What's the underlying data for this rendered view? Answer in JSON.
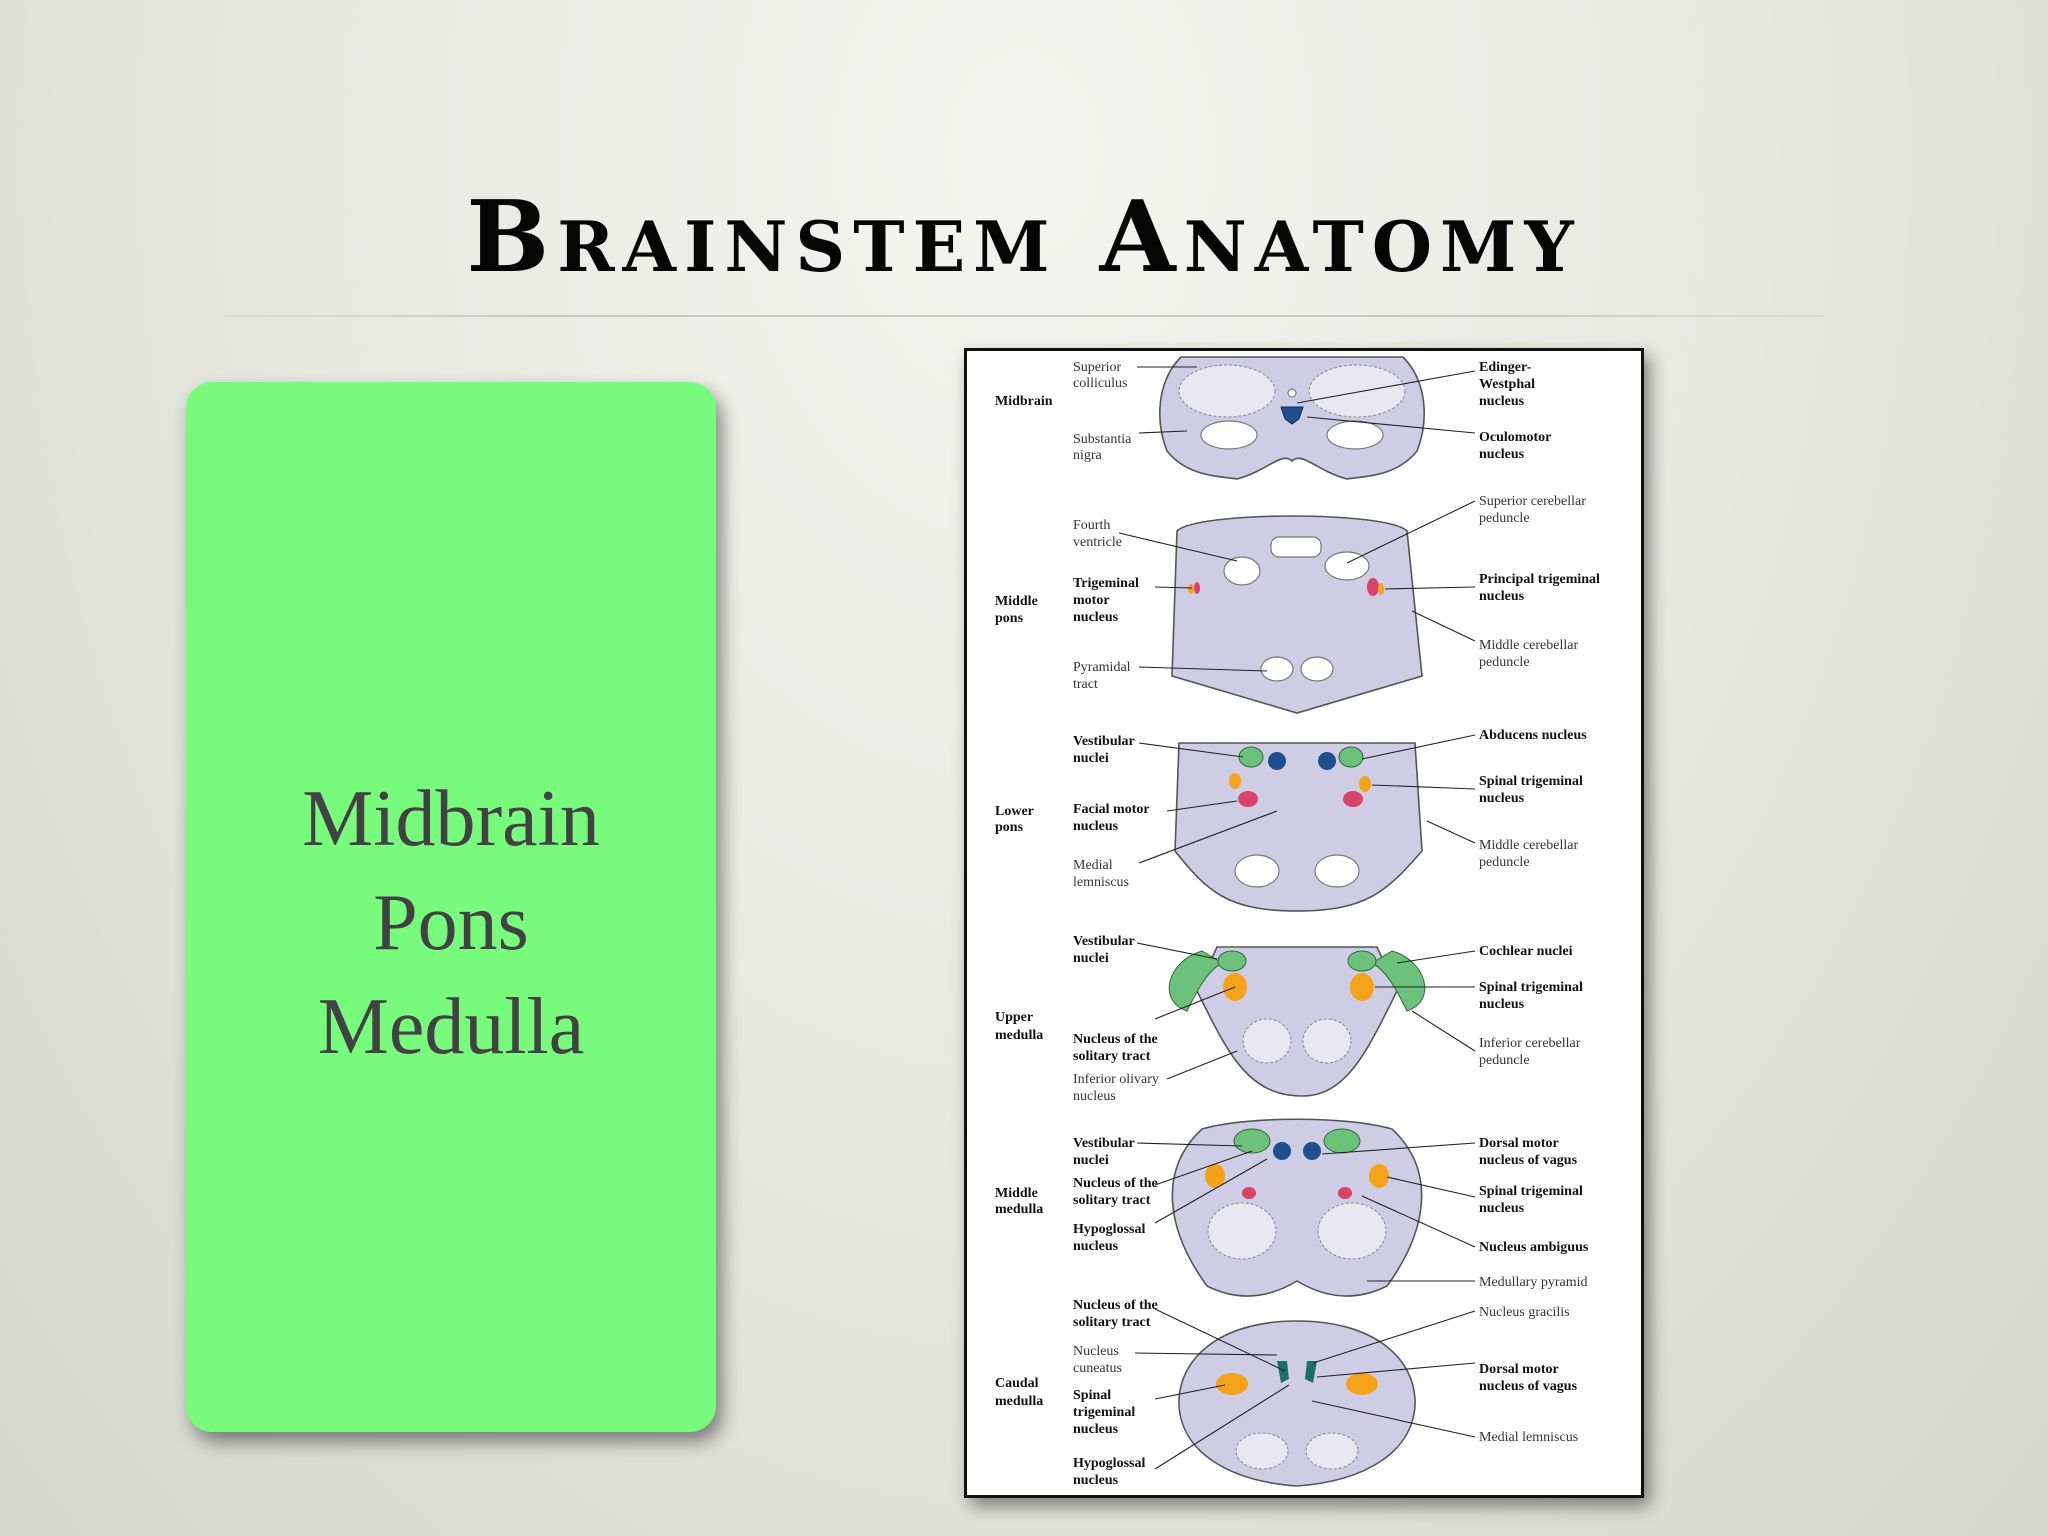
{
  "slide": {
    "title": "Brainstem Anatomy"
  },
  "card": {
    "lines": [
      "Midbrain",
      "Pons",
      "Medulla"
    ]
  },
  "figure": {
    "levels": [
      {
        "name": [
          "Midbrain"
        ],
        "left": [
          [
            "Superior",
            "colliculus"
          ],
          [
            "Substantia",
            "nigra"
          ]
        ],
        "right": [
          [
            "Edinger-",
            "Westphal",
            "nucleus"
          ],
          [
            "Oculomotor",
            "nucleus"
          ]
        ]
      },
      {
        "name": [
          "Middle",
          "pons"
        ],
        "left": [
          [
            "Fourth",
            "ventricle"
          ],
          [
            "Trigeminal",
            "motor",
            "nucleus"
          ],
          [
            "Pyramidal",
            "tract"
          ]
        ],
        "right": [
          [
            "Superior cerebellar",
            "peduncle"
          ],
          [
            "Principal trigeminal",
            "nucleus"
          ],
          [
            "Middle cerebellar",
            "peduncle"
          ]
        ]
      },
      {
        "name": [
          "Lower",
          "pons"
        ],
        "left": [
          [
            "Vestibular",
            "nuclei"
          ],
          [
            "Facial motor",
            "nucleus"
          ],
          [
            "Medial",
            "lemniscus"
          ]
        ],
        "right": [
          [
            "Abducens nucleus"
          ],
          [
            "Spinal trigeminal",
            "nucleus"
          ],
          [
            "Middle cerebellar",
            "peduncle"
          ]
        ]
      },
      {
        "name": [
          "Upper",
          "medulla"
        ],
        "left": [
          [
            "Vestibular",
            "nuclei"
          ],
          [
            "Nucleus of the",
            "solitary tract"
          ],
          [
            "Inferior olivary",
            "nucleus"
          ]
        ],
        "right": [
          [
            "Cochlear nuclei"
          ],
          [
            "Spinal trigeminal",
            "nucleus"
          ],
          [
            "Inferior cerebellar",
            "peduncle"
          ]
        ]
      },
      {
        "name": [
          "Middle",
          "medulla"
        ],
        "left": [
          [
            "Vestibular",
            "nuclei"
          ],
          [
            "Nucleus of the",
            "solitary tract"
          ],
          [
            "Hypoglossal",
            "nucleus"
          ]
        ],
        "right": [
          [
            "Dorsal motor",
            "nucleus of vagus"
          ],
          [
            "Spinal trigeminal",
            "nucleus"
          ],
          [
            "Nucleus ambiguus"
          ],
          [
            "Medullary pyramid"
          ]
        ]
      },
      {
        "name": [
          "Caudal",
          "medulla"
        ],
        "left": [
          [
            "Nucleus of the",
            "solitary tract"
          ],
          [
            "Nucleus",
            "cuneatus"
          ],
          [
            "Spinal",
            "trigeminal",
            "nucleus"
          ],
          [
            "Hypoglossal",
            "nucleus"
          ]
        ],
        "right": [
          [
            "Nucleus gracilis"
          ],
          [
            "Dorsal motor",
            "nucleus of vagus"
          ],
          [
            "Medial lemniscus"
          ]
        ]
      }
    ],
    "colors": {
      "motor": "#d8436a",
      "sensory_trigeminal": "#f5a21b",
      "vestibular": "#6cc27b",
      "somatic_motor": "#1f4f8f",
      "visceral": "#1f6d6d"
    }
  }
}
